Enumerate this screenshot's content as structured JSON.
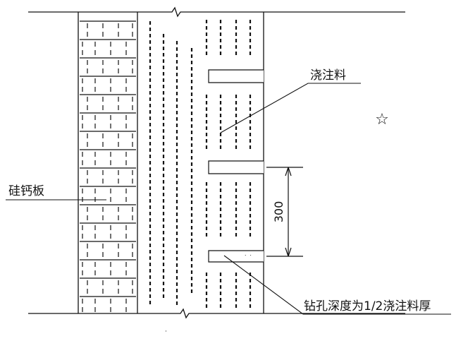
{
  "labels": {
    "pour_material": "浇注料",
    "calcium_silicate_board": "硅钙板",
    "drill_depth": "钻孔深度为1/2浇注料厚",
    "dimension": "300",
    "star": "☆"
  },
  "colors": {
    "ink": "#111111",
    "background": "#ffffff"
  }
}
